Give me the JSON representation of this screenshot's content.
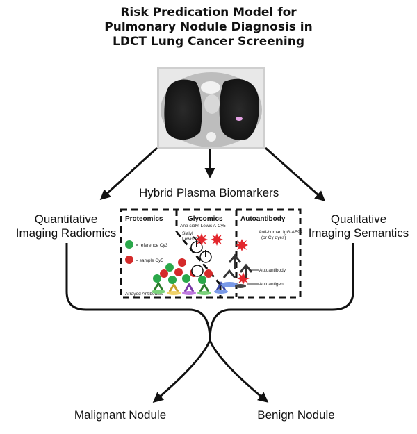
{
  "title": {
    "line1": "Risk Predication Model for",
    "line2": "Pulmonary Nodule Diagnosis in",
    "line3": "LDCT Lung Cancer Screening"
  },
  "hybrid_label": "Hybrid Plasma Biomarkers",
  "left_label": {
    "line1": "Quantitative",
    "line2": "Imaging Radiomics"
  },
  "right_label": {
    "line1": "Qualitative",
    "line2": "Imaging Semantics"
  },
  "biomarker_panel": {
    "proteomics": "Proteomics",
    "glycomics": "Glycomics",
    "autoantibody": "Autoantibody",
    "glyco_probe": "Anti-sialyl Lewis A-Cy5",
    "sialyl": {
      "line1": "Sialyl",
      "line2": "Lewis A"
    },
    "ref_legend": "= reference Cy3",
    "sample_legend": "= sample Cy5",
    "arrayed": "Arrayed Antibodies",
    "anti_human": {
      "line1": "Anti-human IgG-AF94",
      "line2": "(or Cy dyes)"
    },
    "autoantibody_label": "Autoantibody",
    "autoantigen_label": "Autoantigen"
  },
  "outcomes": {
    "malignant": "Malignant Nodule",
    "benign": "Benign Nodule"
  },
  "colors": {
    "reference": "#2aa84a",
    "sample": "#d42a2a",
    "star": "#e3262c"
  }
}
